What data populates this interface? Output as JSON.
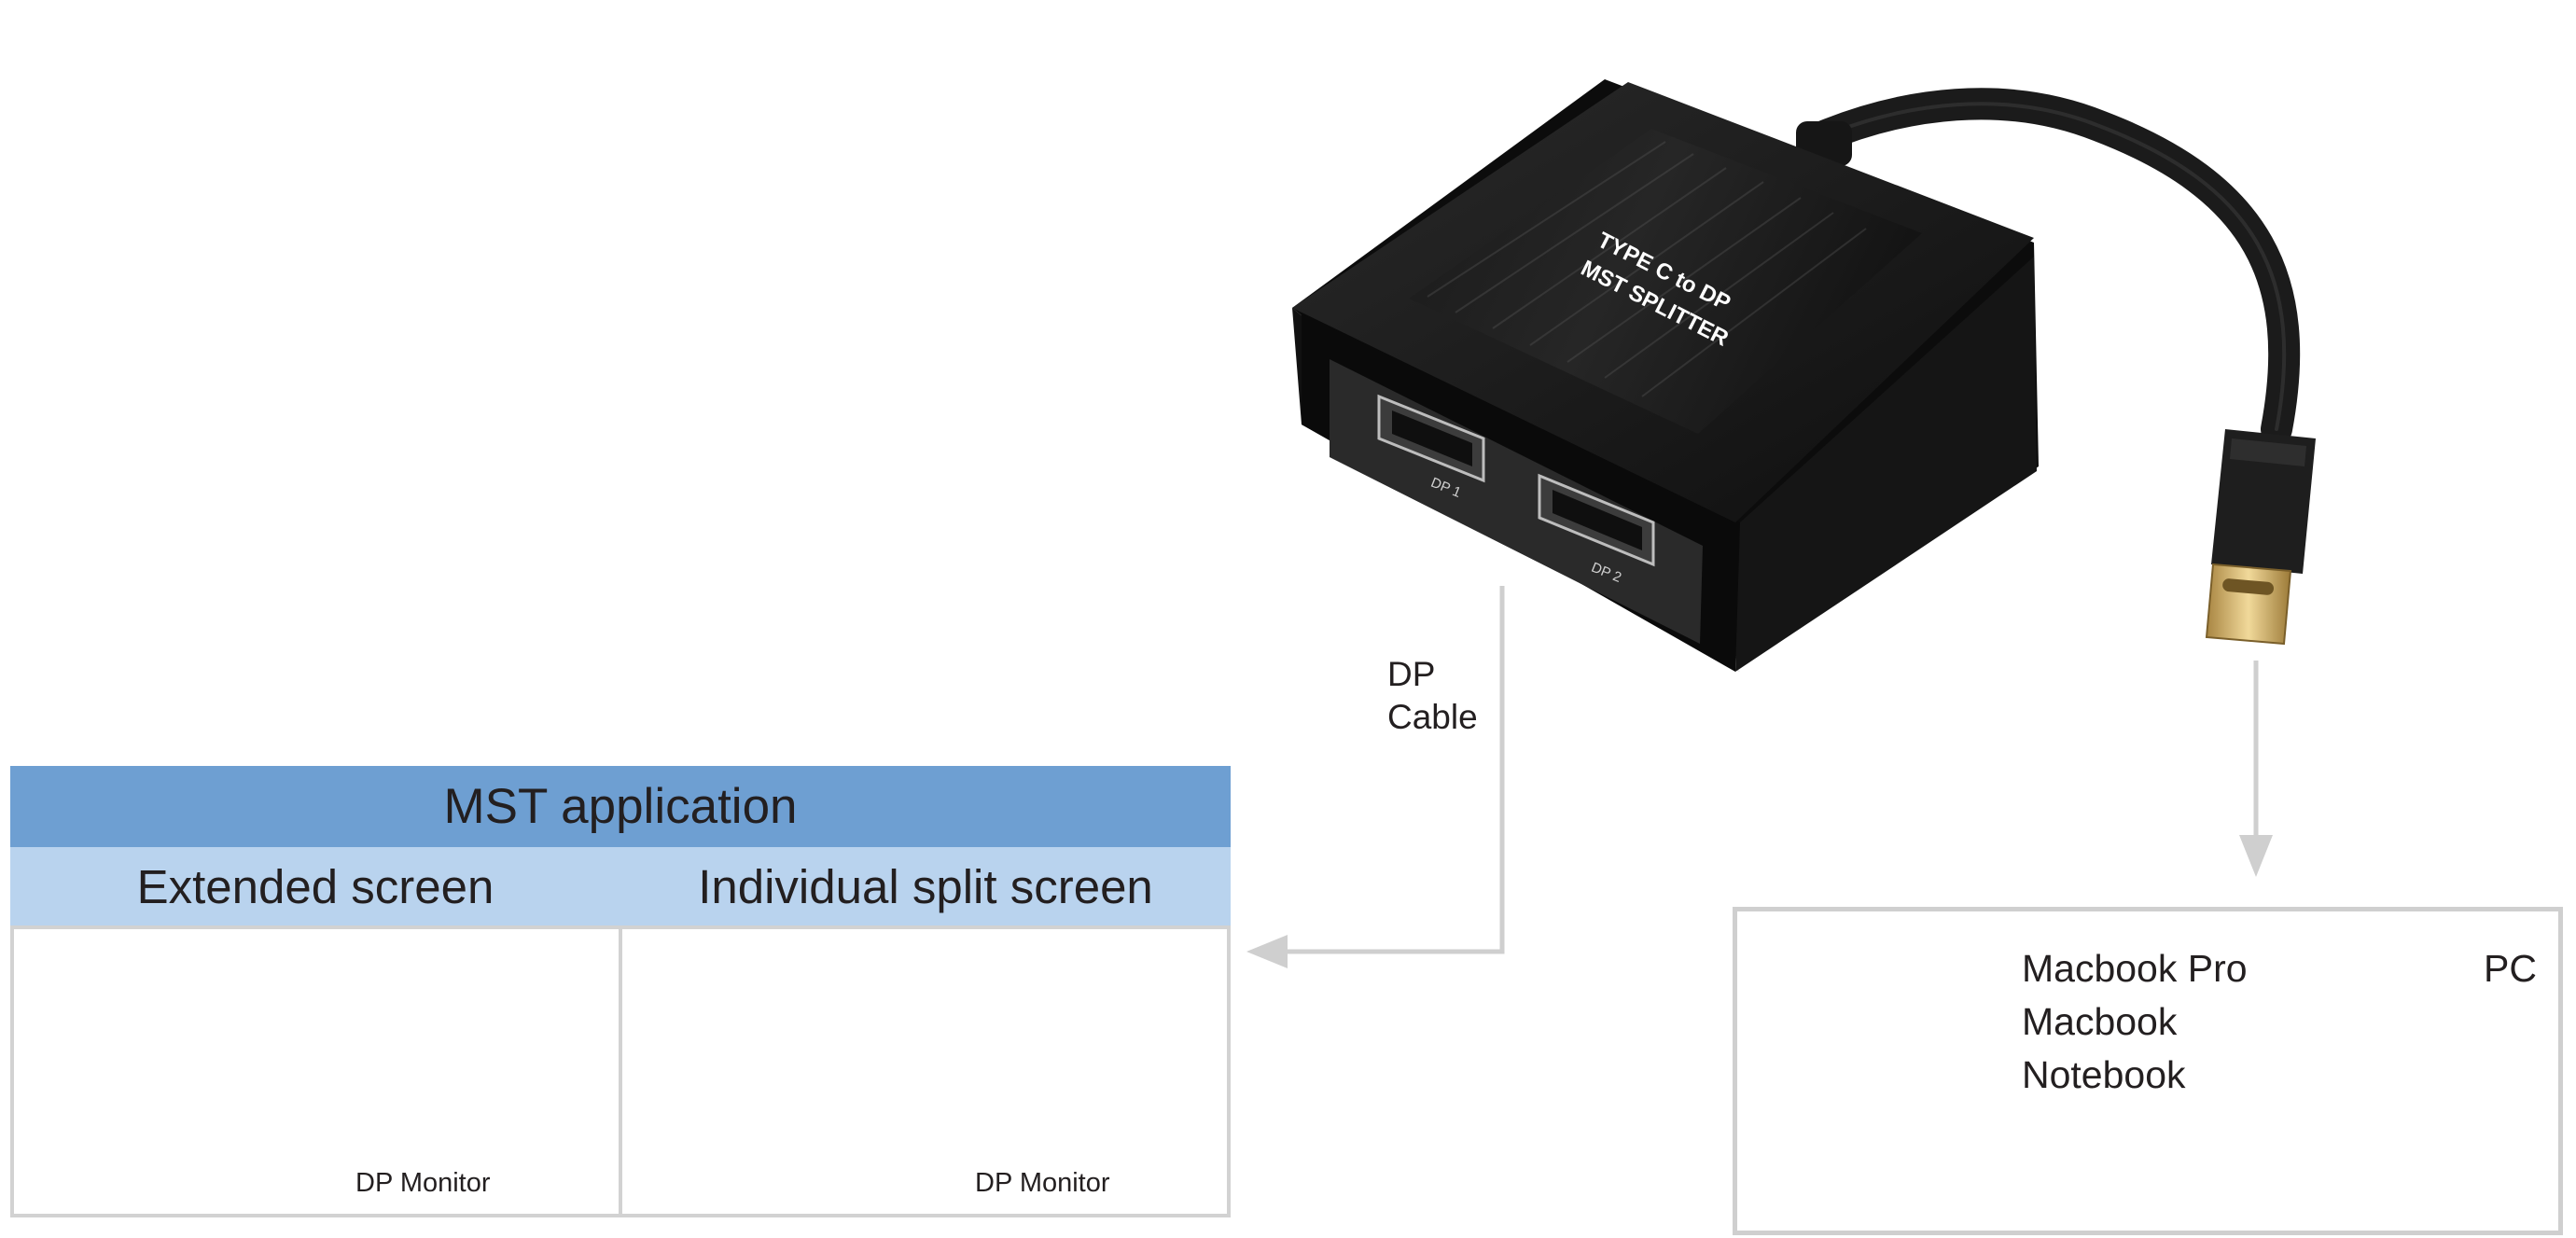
{
  "device": {
    "label_line1": "TYPE C to DP",
    "label_line2": "MST SPLITTER",
    "port1": "DP 1",
    "port2": "DP 2"
  },
  "cable_label": {
    "line1": "DP",
    "line2": "Cable"
  },
  "mst_table": {
    "title": "MST application",
    "columns": [
      {
        "heading": "Extended screen",
        "caption": "DP Monitor"
      },
      {
        "heading": "Individual split screen",
        "caption": "DP Monitor"
      }
    ]
  },
  "computers": {
    "laptop_lines": [
      "Macbook Pro",
      "Macbook",
      "Notebook"
    ],
    "pc_label": "PC"
  },
  "colors": {
    "header_blue": "#6e9fd2",
    "subheader_blue": "#b9d3ee",
    "arrow_gray": "#cfcfcf",
    "device_black": "#161616",
    "icon_gray": "#c9c9c9"
  }
}
